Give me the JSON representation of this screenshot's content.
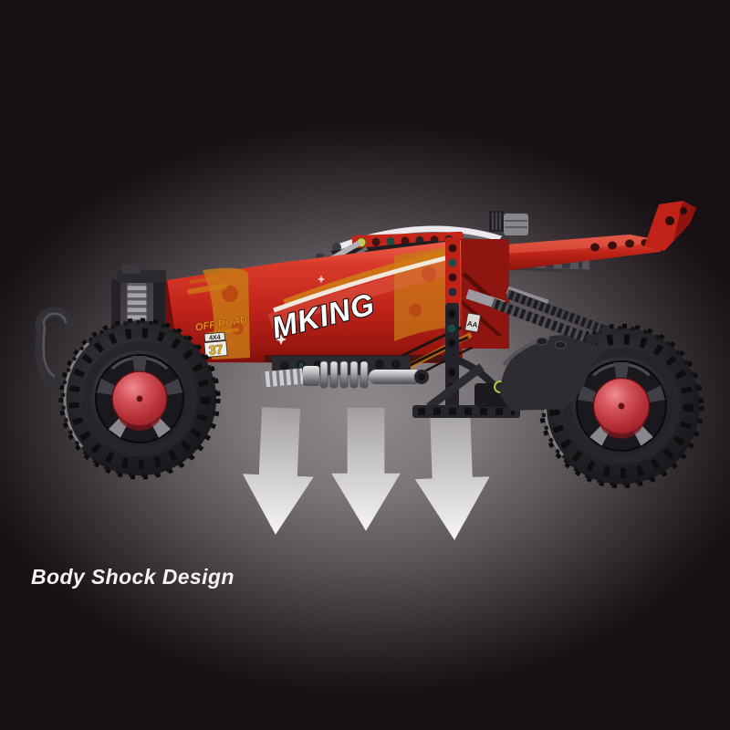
{
  "scene": {
    "caption": "Body Shock Design",
    "background": {
      "center_color": "#8f898d",
      "edge_color": "#161014"
    },
    "arrows": {
      "count": 3,
      "direction": "down",
      "color_top": "#a19da0",
      "color_bottom": "#f6f5f6"
    }
  },
  "vehicle": {
    "brand_decal": "MKING",
    "hood_decal_line1": "OFF ROAD",
    "badge_4x4": "4X4",
    "race_number": "37",
    "sticker_aa": "AA",
    "body_color": "#c1241a",
    "decal_orange": "#c87a16",
    "hub_color": "#b62f36",
    "tire_color": "#1d1c1f"
  }
}
